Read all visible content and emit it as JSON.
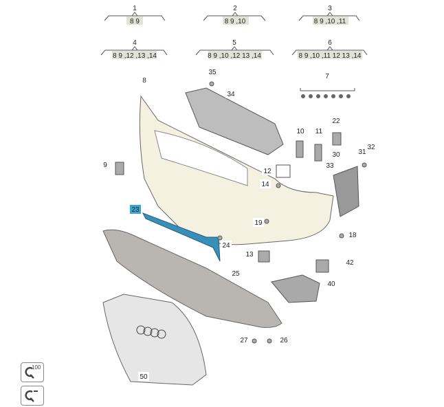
{
  "variants": [
    {
      "number": "1",
      "parts": "8 9"
    },
    {
      "number": "2",
      "parts": "8 9 ,10"
    },
    {
      "number": "3",
      "parts": "8 9 ,10 ,11"
    },
    {
      "number": "4",
      "parts": "8 9 ,12 ,13 ,14"
    },
    {
      "number": "5",
      "parts": "8 9 ,10 ,12 13 ,14"
    },
    {
      "number": "6",
      "parts": "8 9 ,10 ,11 12 13 ,14"
    }
  ],
  "callouts": [
    "8",
    "35",
    "34",
    "7",
    "10",
    "11",
    "22",
    "30",
    "31",
    "32",
    "33",
    "9",
    "12",
    "14",
    "23",
    "19",
    "18",
    "24",
    "13",
    "42",
    "25",
    "40",
    "27",
    "26",
    "50"
  ],
  "highlighted_callout": "23",
  "zoom_controls": {
    "zoom_100_label": "100"
  }
}
